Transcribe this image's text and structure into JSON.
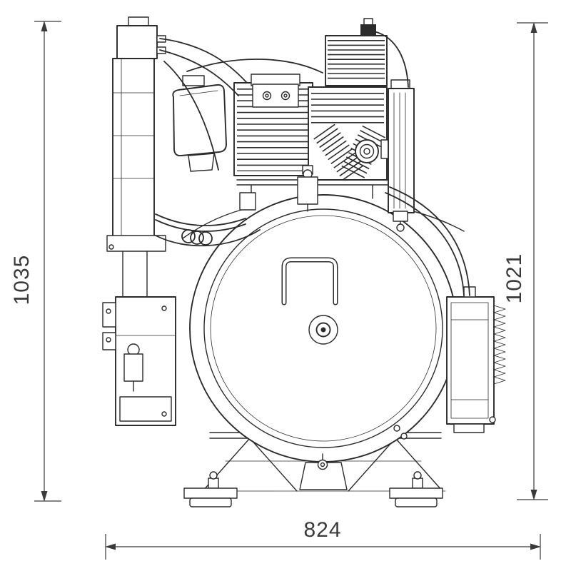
{
  "page": {
    "background": "#ffffff"
  },
  "drawing": {
    "line_color": "#2b2b2b",
    "label_color": "#3a3a3a"
  },
  "dimensions": {
    "left_label": "1035",
    "right_label": "1021",
    "bottom_label": "824"
  }
}
